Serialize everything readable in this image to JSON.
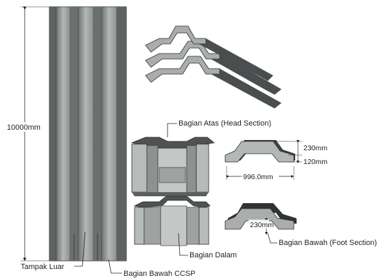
{
  "labels": {
    "height": "10000mm",
    "outside_view": "Tampak Luar",
    "bottom_ccsp": "Bagian Bawah CCSP",
    "head_section": "Bagian Atas (Head Section)",
    "inside": "Bagian Dalam",
    "foot_section": "Bagian Bawah (Foot Section)"
  },
  "dimensions": {
    "depth_top": "230mm",
    "depth_bottom": "120mm",
    "width": "996.0mm",
    "foot_depth": "230mm"
  },
  "colors": {
    "panel_light": "#b9bdbc",
    "panel_mid": "#9a9e9d",
    "panel_dark": "#5b5f5f",
    "edge": "#2b2d2d"
  }
}
